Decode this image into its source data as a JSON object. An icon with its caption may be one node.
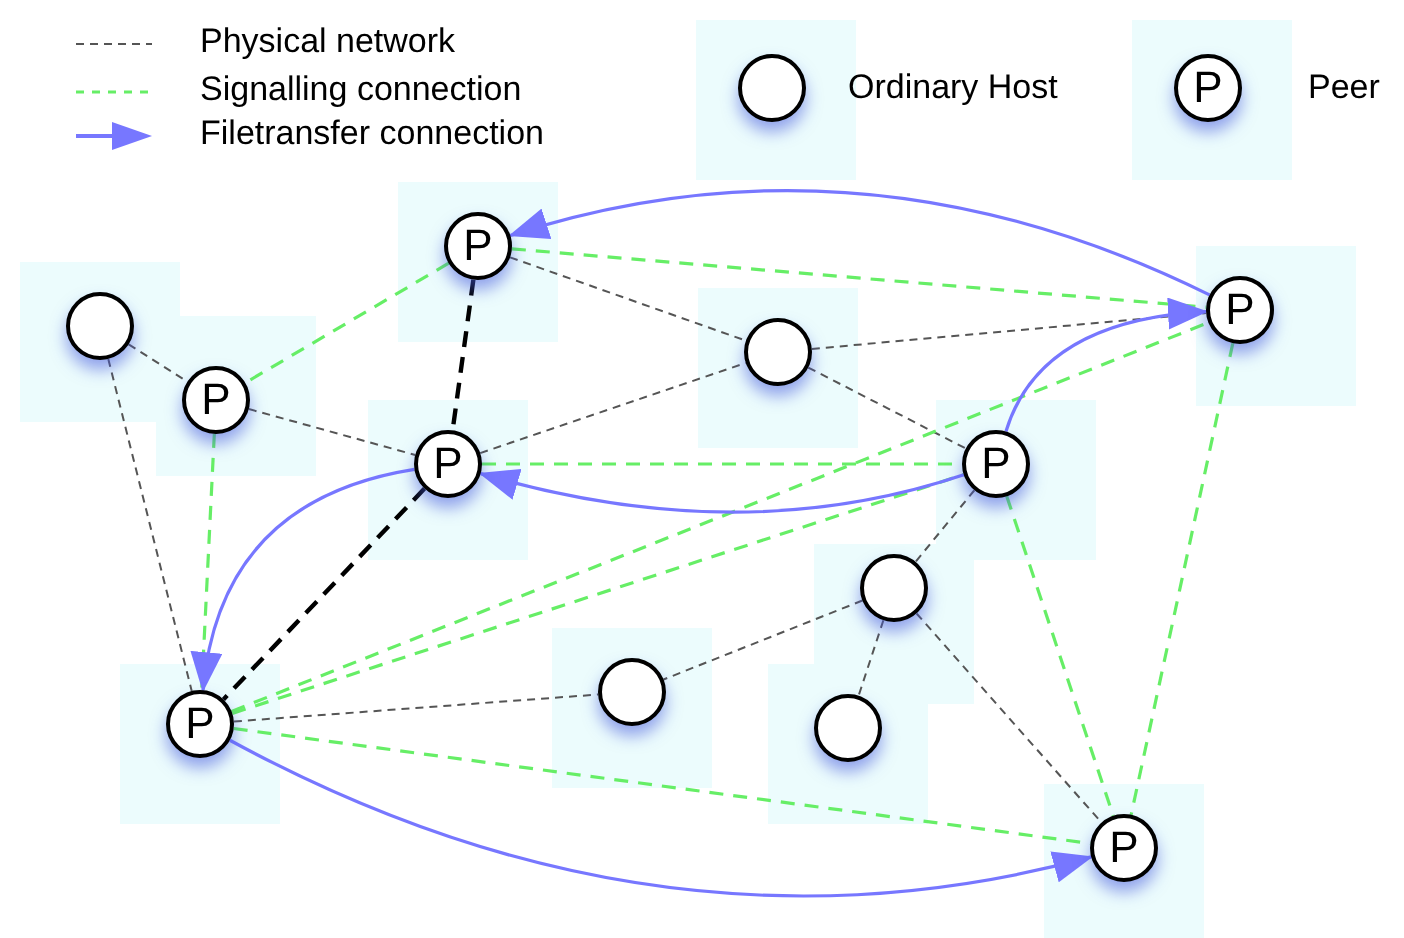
{
  "diagram": {
    "nodes": [
      {
        "text": [
          "P"
        ]
      },
      {
        "text": [],
        "shape": "circle"
      },
      {
        "text": [
          "P"
        ]
      },
      {
        "text": [
          "P"
        ]
      },
      {
        "text": [],
        "shape": "circle"
      },
      {
        "text": [
          "P"
        ]
      },
      {
        "text": [
          "P"
        ]
      },
      {
        "text": [],
        "shape": "circle"
      },
      {
        "text": [
          "P"
        ]
      },
      {
        "text": [],
        "shape": "circle"
      },
      {
        "text": [],
        "shape": "circle"
      },
      {
        "text": [
          "P"
        ]
      }
    ],
    "edges": [
      {
        "from": 1,
        "to": 2,
        "arrow": "none",
        "style": "dashed"
      },
      {
        "from": 1,
        "to": 8,
        "arrow": "none",
        "style": "dashed"
      },
      {
        "from": 2,
        "to": 3,
        "arrow": "none",
        "style": "dashed"
      },
      {
        "from": 0,
        "to": 4,
        "arrow": "none",
        "style": "dashed"
      },
      {
        "from": 3,
        "to": 4,
        "arrow": "none",
        "style": "dashed"
      },
      {
        "from": 4,
        "to": 5,
        "arrow": "none",
        "style": "dashed"
      },
      {
        "from": 4,
        "to": 6,
        "arrow": "none",
        "style": "dashed"
      },
      {
        "from": 6,
        "to": 7,
        "arrow": "none",
        "style": "dashed"
      },
      {
        "from": 7,
        "to": 9,
        "arrow": "none",
        "style": "dashed"
      },
      {
        "from": 7,
        "to": 10,
        "arrow": "none",
        "style": "dashed"
      },
      {
        "from": 7,
        "to": 11,
        "arrow": "none",
        "style": "dashed"
      },
      {
        "from": 8,
        "to": 9,
        "arrow": "none",
        "style": "dashed"
      },
      {
        "from": 0,
        "to": 3,
        "arrow": "none",
        "style": "dashed",
        "color": "#000000"
      },
      {
        "from": 3,
        "to": 8,
        "arrow": "none",
        "style": "dashed",
        "color": "#000000"
      },
      {
        "from": 0,
        "to": 2,
        "arrow": "none",
        "style": "dashed",
        "color": "#66ee66"
      },
      {
        "from": 0,
        "to": 5,
        "arrow": "none",
        "style": "dashed",
        "color": "#66ee66"
      },
      {
        "from": 3,
        "to": 6,
        "arrow": "none",
        "style": "dashed",
        "color": "#66ee66"
      },
      {
        "from": 2,
        "to": 8,
        "arrow": "none",
        "style": "dashed",
        "color": "#66ee66"
      },
      {
        "from": 8,
        "to": 6,
        "arrow": "none",
        "style": "dashed",
        "color": "#66ee66"
      },
      {
        "from": 8,
        "to": 5,
        "arrow": "none",
        "style": "dashed",
        "color": "#66ee66"
      },
      {
        "from": 6,
        "to": 11,
        "arrow": "none",
        "style": "dashed",
        "color": "#66ee66"
      },
      {
        "from": 5,
        "to": 11,
        "arrow": "none",
        "style": "dashed",
        "color": "#66ee66"
      },
      {
        "from": 8,
        "to": 11,
        "arrow": "none",
        "style": "dashed",
        "color": "#66ee66"
      },
      {
        "from": 5,
        "to": 0,
        "arrow": "to",
        "color": "#7777ff"
      },
      {
        "from": 6,
        "to": 5,
        "arrow": "to",
        "color": "#7777ff"
      },
      {
        "from": 6,
        "to": 3,
        "arrow": "to",
        "color": "#7777ff"
      },
      {
        "from": 3,
        "to": 8,
        "arrow": "to",
        "color": "#7777ff"
      },
      {
        "from": 8,
        "to": 11,
        "arrow": "to",
        "color": "#7777ff"
      }
    ],
    "labels": [
      "P"
    ],
    "legend": [
      {
        "text": "Physical network"
      },
      {
        "text": "Signalling connection"
      },
      {
        "text": "Filetransfer connection"
      },
      {
        "text": "Ordinary Host"
      },
      {
        "text": "Peer"
      }
    ]
  }
}
